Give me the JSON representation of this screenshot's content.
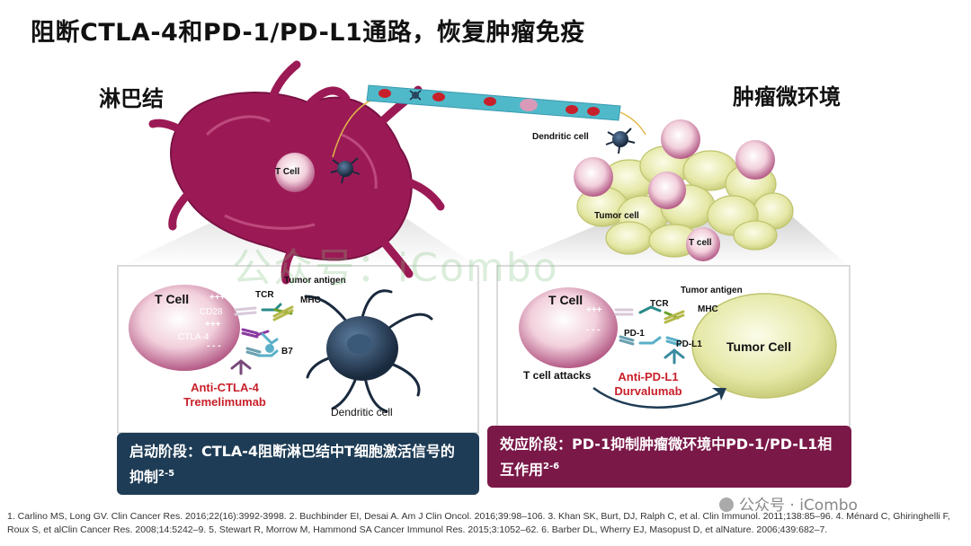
{
  "title": "阻断CTLA-4和PD-1/PD-L1通路，恢复肿瘤免疫",
  "regions": {
    "lymph_node": "淋巴结",
    "tumor_microenv": "肿瘤微环境"
  },
  "top_labels": {
    "t_cell": "T Cell",
    "dendritic_cell": "Dendritic cell",
    "tumor_cell": "Tumor cell",
    "t_cell_small": "T cell"
  },
  "left_panel": {
    "t_cell": "T Cell",
    "cd28": "CD28",
    "ctla4": "CTLA-4",
    "plus_1": "+++",
    "plus_2": "+++",
    "minus": "- - -",
    "tcr": "TCR",
    "tumor_antigen": "Tumor antigen",
    "mhc": "MHC",
    "b7": "B7",
    "drug_line1": "Anti-CTLA-4",
    "drug_line2": "Tremelimumab",
    "dendritic_cell": "Dendritic cell"
  },
  "right_panel": {
    "t_cell": "T Cell",
    "plus": "+++",
    "minus": "- - -",
    "tcr": "TCR",
    "tumor_antigen": "Tumor antigen",
    "mhc": "MHC",
    "pd1": "PD-1",
    "pdl1": "PD-L1",
    "tumor_cell": "Tumor Cell",
    "t_cell_attacks": "T cell attacks",
    "drug_line1": "Anti-PD-L1",
    "drug_line2": "Durvalumab"
  },
  "boxes": {
    "left_text": "启动阶段：CTLA-4阻断淋巴结中T细胞激活信号的抑制",
    "left_sup": "2-5",
    "right_text": "效应阶段：PD-1抑制肿瘤微环境中PD-1/PD-L1相互作用",
    "right_sup": "2-6"
  },
  "watermark": "公众号：iCombo",
  "credit": "公众号 · iCombo",
  "references": "1. Carlino MS, Long GV. Clin Cancer Res. 2016;22(16):3992-3998. 2. Buchbinder EI, Desai A. Am J Clin Oncol. 2016;39:98–106. 3. Khan SK, Burt, DJ, Ralph C, et al. Clin Immunol. 2011;138:85–96. 4. Ménard C, Ghiringhelli F, Roux S, et alClin Cancer Res. 2008;14:5242–9. 5. Stewart R, Morrow M, Hammond SA Cancer Immunol Res. 2015;3:1052–62. 6. Barber DL, Wherry EJ, Masopust D, et alNature. 2006;439:682–7.",
  "colors": {
    "lymph_node": "#9b1a55",
    "left_box": "#1e3c55",
    "right_box": "#7a1848",
    "drug_text": "#c8202a",
    "tumor_cell": "#e6e8a8",
    "vessel": "#4fb9c9"
  }
}
